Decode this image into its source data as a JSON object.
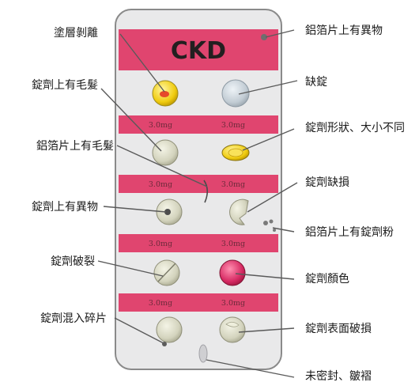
{
  "brand": "CKD",
  "dose_text": "3.0mg",
  "left_labels": [
    "塗層剝離",
    "錠劑上有毛髮",
    "鋁箔片上有毛髮",
    "錠劑上有異物",
    "錠劑破裂",
    "錠劑混入碎片"
  ],
  "right_labels": [
    "鋁箔片上有異物",
    "缺錠",
    "錠劑形狀、大小不同",
    "錠劑缺損",
    "鋁箔片上有錠劑粉",
    "錠劑顏色",
    "錠劑表面破損",
    "未密封、皺褶"
  ],
  "colors": {
    "band": "#e0456f",
    "card": "#e9e9ea",
    "card_border": "#8a8a8a",
    "tablet": "#dcdcc8",
    "missing_tablet": "#c4cfd8",
    "colored_tablet": "#d6336c",
    "yellow_tablet": "#f4d21c"
  }
}
